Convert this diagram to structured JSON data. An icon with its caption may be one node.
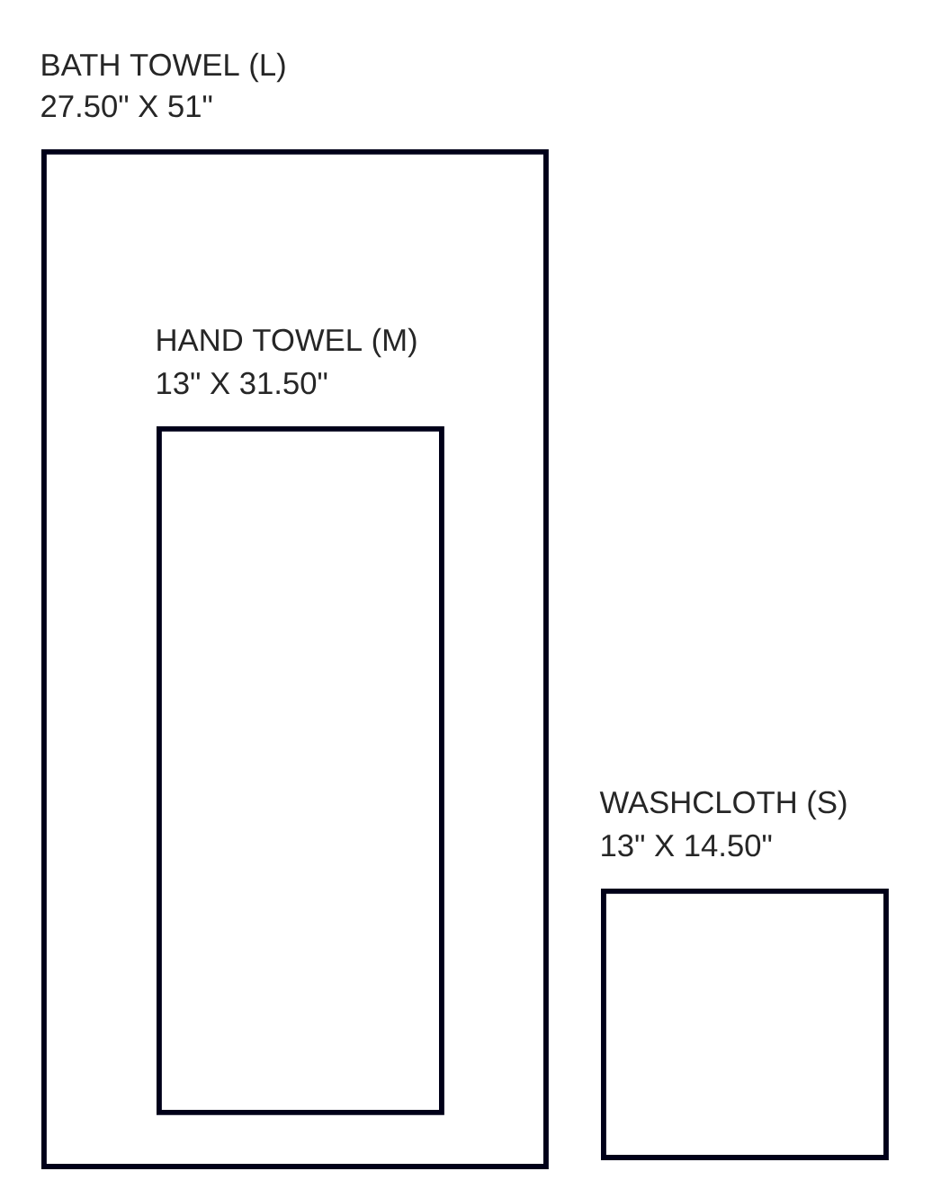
{
  "diagram": {
    "nodes": [
      {
        "text": [
          "BATH TOWEL (L)",
          "27.50\" X 51\""
        ]
      },
      {
        "text": [
          "HAND TOWEL (M)",
          "13\" X 31.50\""
        ],
        "in": 0
      },
      {
        "text": [
          "WASHCLOTH (S)",
          "13\" X 14.50\""
        ]
      }
    ]
  }
}
